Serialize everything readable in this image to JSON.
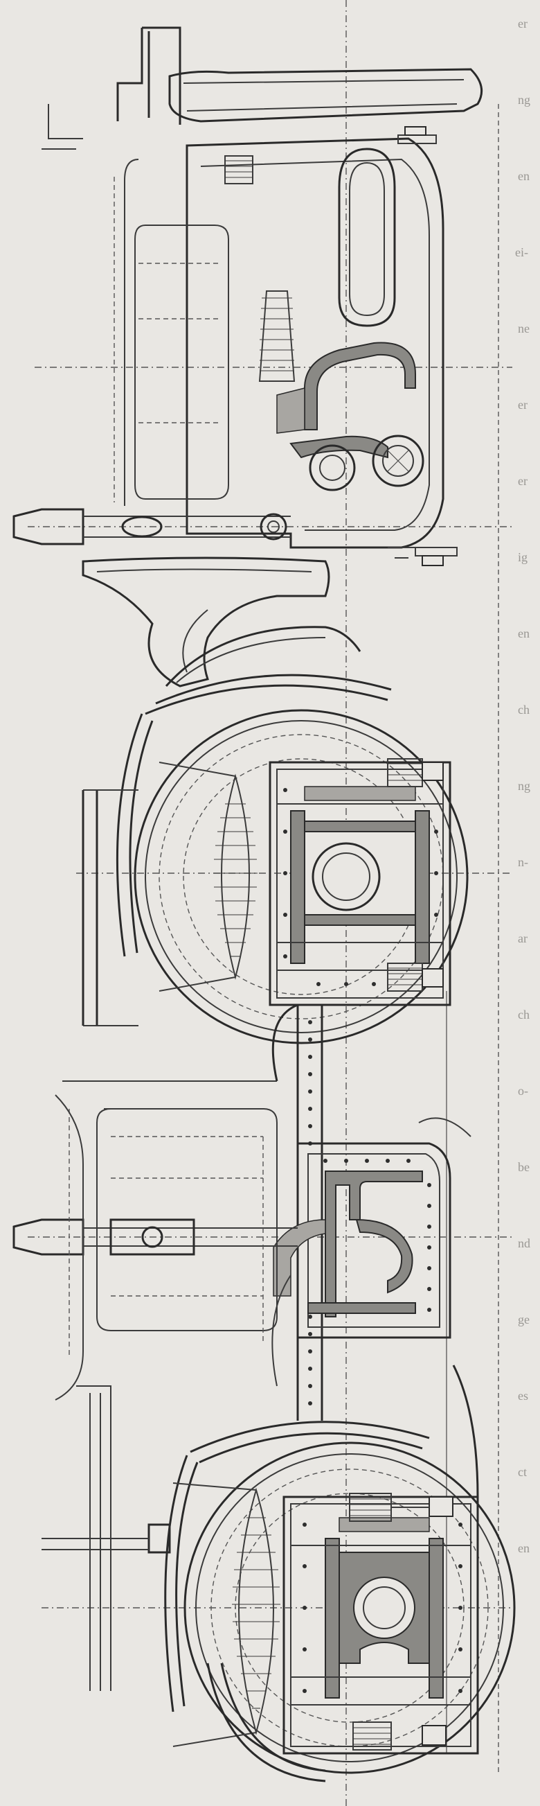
{
  "plate": {
    "background": "#e9e7e3",
    "ink": "#2a2a2a",
    "section_shade": "#8a8985",
    "description_components": [
      "chimney-base",
      "smokebox-saddle",
      "front-cylinder-and-valve-chest",
      "leading-wheel-with-axlebox-and-leaf-spring",
      "rear-cylinder-and-valve-chest",
      "trailing-wheel-with-axlebox-and-leaf-spring",
      "frame-plates-with-rivets",
      "buffer-rods"
    ],
    "margin_text_fragments": [
      "er",
      "ng",
      "en",
      "ei-",
      "ne",
      "er",
      "er",
      "ig",
      "en",
      "ch",
      "ng",
      "n-",
      "ar",
      "ch",
      "o-",
      "be",
      "nd",
      "ge",
      "es",
      "ct",
      "en"
    ]
  }
}
